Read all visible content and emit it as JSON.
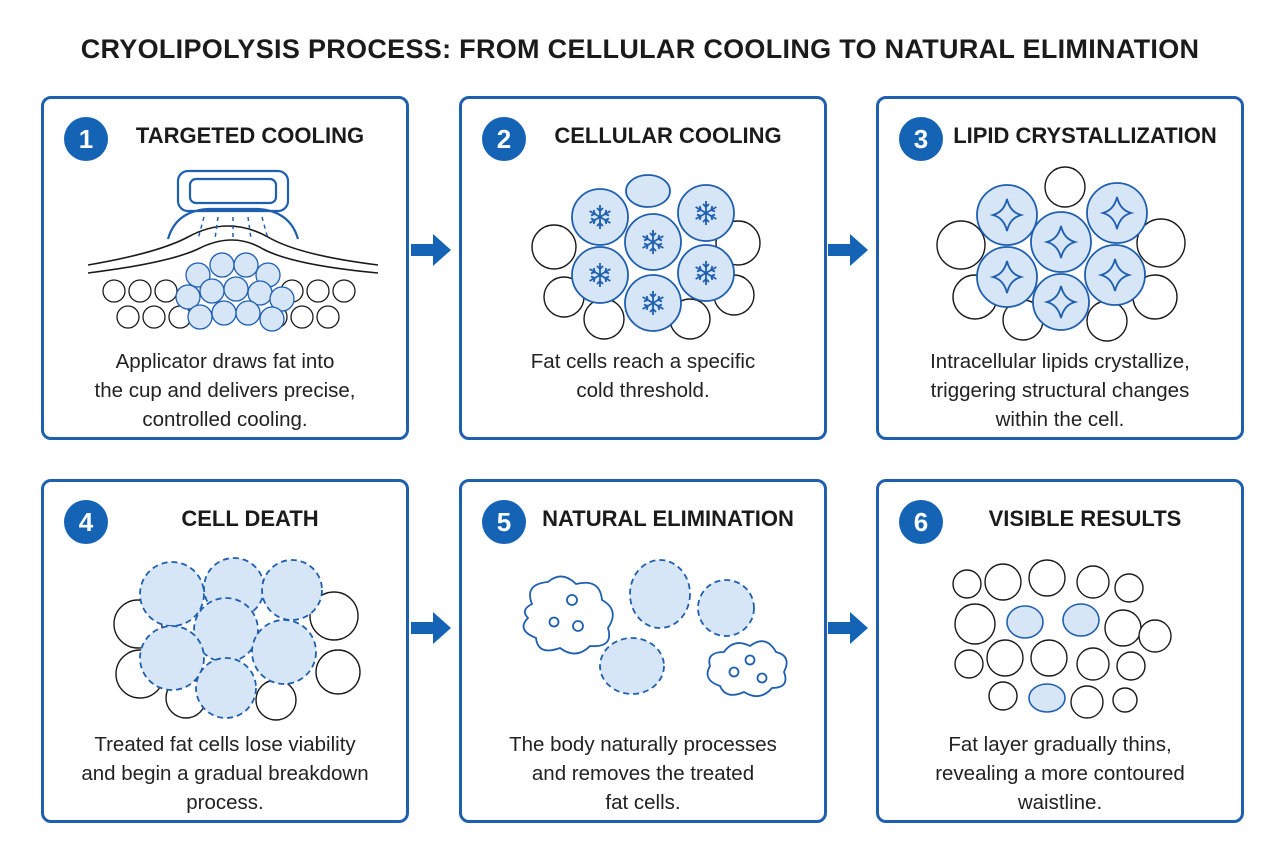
{
  "title": "CRYOLIPOLYSIS PROCESS: FROM CELLULAR COOLING TO NATURAL ELIMINATION",
  "colors": {
    "accent": "#1563b5",
    "cell_fill": "#d7e6f7",
    "stroke": "#1f5fb0"
  },
  "steps": [
    {
      "number": "1",
      "title": "TARGETED COOLING",
      "description": "Applicator draws fat into\nthe cup and delivers precise,\ncontrolled cooling."
    },
    {
      "number": "2",
      "title": "CELLULAR COOLING",
      "description": "Fat cells reach a specific\ncold threshold."
    },
    {
      "number": "3",
      "title": "LIPID CRYSTALLIZATION",
      "description": "Intracellular lipids crystallize,\ntriggering structural changes\nwithin the cell."
    },
    {
      "number": "4",
      "title": "CELL DEATH",
      "description": "Treated fat cells lose viability\nand begin a gradual breakdown\nprocess."
    },
    {
      "number": "5",
      "title": "NATURAL ELIMINATION",
      "description": "The body naturally processes\nand removes the treated\nfat cells."
    },
    {
      "number": "6",
      "title": "VISIBLE RESULTS",
      "description": "Fat layer gradually thins,\nrevealing a more contoured\nwaistline."
    }
  ],
  "icons": [
    "right-arrow-icon",
    "snowflake-icon",
    "crystal-icon",
    "fat-cell-icon",
    "applicator-icon"
  ]
}
